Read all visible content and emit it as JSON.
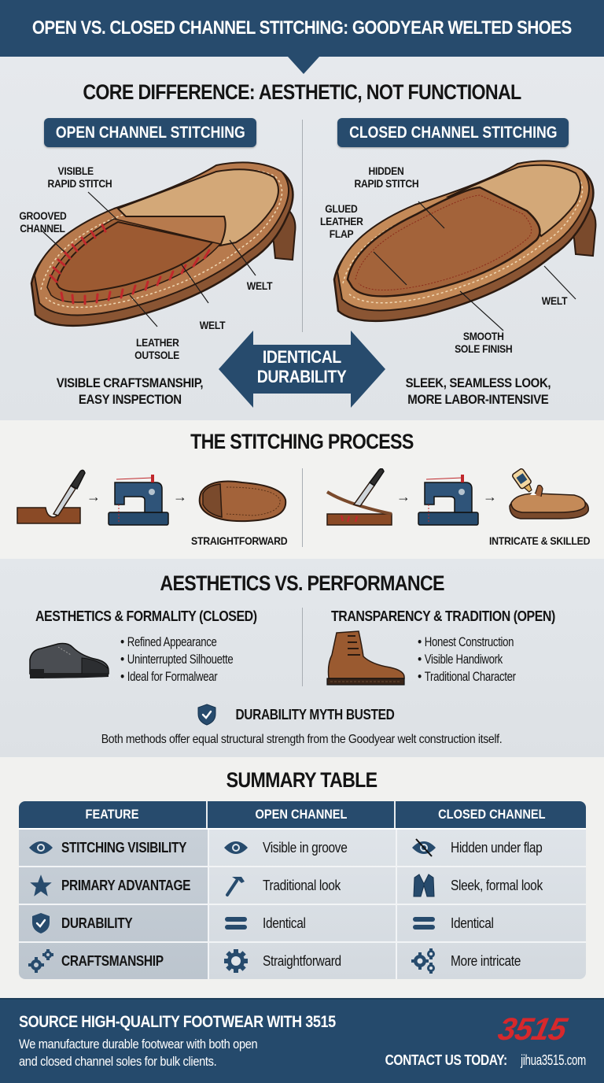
{
  "header": {
    "title": "OPEN VS. CLOSED CHANNEL STITCHING: GOODYEAR WELTED SHOES"
  },
  "core": {
    "title": "CORE DIFFERENCE: AESTHETIC, NOT FUNCTIONAL",
    "open": {
      "pill": "OPEN CHANNEL STITCHING",
      "labels": {
        "visible_stitch_1": "VISIBLE",
        "visible_stitch_2": "RAPID STITCH",
        "grooved_1": "GROOVED",
        "grooved_2": "CHANNEL",
        "welt_right": "WELT",
        "welt_bottom": "WELT",
        "outsole_1": "LEATHER",
        "outsole_2": "OUTSOLE"
      },
      "caption_1": "VISIBLE CRAFTSMANSHIP,",
      "caption_2": "EASY INSPECTION"
    },
    "closed": {
      "pill": "CLOSED CHANNEL STITCHING",
      "labels": {
        "hidden_stitch_1": "HIDDEN",
        "hidden_stitch_2": "RAPID STITCH",
        "glued_1": "GLUED",
        "glued_2": "LEATHER",
        "glued_3": "FLAP",
        "welt": "WELT",
        "smooth_1": "SMOOTH",
        "smooth_2": "SOLE FINISH"
      },
      "caption_1": "SLEEK, SEAMLESS LOOK,",
      "caption_2": "MORE LABOR-INTENSIVE"
    },
    "center_arrow_1": "IDENTICAL",
    "center_arrow_2": "DURABILITY"
  },
  "process": {
    "title": "THE STITCHING PROCESS",
    "open_label": "STRAIGHTFORWARD",
    "closed_label": "INTRICATE & SKILLED",
    "open_steps": [
      "knife-cut-groove",
      "sewing-machine",
      "finished-sole"
    ],
    "closed_steps": [
      "knife-cut-flap",
      "sewing-machine",
      "glue-flap"
    ]
  },
  "aesthetics": {
    "title": "AESTHETICS VS. PERFORMANCE",
    "closed": {
      "heading": "AESTHETICS & FORMALITY (CLOSED)",
      "bullets": [
        "Refined Appearance",
        "Uninterrupted Silhouette",
        "Ideal for Formalwear"
      ]
    },
    "open": {
      "heading": "TRANSPARENCY & TRADITION (OPEN)",
      "bullets": [
        "Honest Construction",
        "Visible Handiwork",
        "Traditional Character"
      ]
    },
    "myth_title": "DURABILITY MYTH BUSTED",
    "myth_body": "Both methods offer equal structural strength from the Goodyear welt construction itself."
  },
  "summary": {
    "title": "SUMMARY TABLE",
    "columns": [
      "FEATURE",
      "OPEN CHANNEL",
      "CLOSED CHANNEL"
    ],
    "rows": [
      {
        "feature": "STITCHING VISIBILITY",
        "feature_icon": "eye-icon",
        "open": "Visible in groove",
        "open_icon": "eye-icon",
        "closed": "Hidden under flap",
        "closed_icon": "eye-slash-icon"
      },
      {
        "feature": "PRIMARY ADVANTAGE",
        "feature_icon": "star-icon",
        "open": "Traditional look",
        "open_icon": "hammer-icon",
        "closed": "Sleek, formal look",
        "closed_icon": "suit-jacket-icon"
      },
      {
        "feature": "DURABILITY",
        "feature_icon": "shield-check-icon",
        "open": "Identical",
        "open_icon": "equals-icon",
        "closed": "Identical",
        "closed_icon": "equals-icon"
      },
      {
        "feature": "CRAFTSMANSHIP",
        "feature_icon": "gears-icon",
        "open": "Straightforward",
        "open_icon": "gear-icon",
        "closed": "More intricate",
        "closed_icon": "gears-icon"
      }
    ]
  },
  "footer": {
    "title": "SOURCE HIGH-QUALITY FOOTWEAR WITH 3515",
    "body_1": "We manufacture durable footwear with both open",
    "body_2": "and closed channel soles for bulk clients.",
    "logo": "3515",
    "contact_label": "CONTACT US TODAY:",
    "contact_value": "jihua3515.com"
  },
  "colors": {
    "navy": "#274b6d",
    "leather": "#a0603a",
    "cork": "#d3a878",
    "stitch_red": "#c0282c",
    "logo_red": "#d7282c"
  }
}
